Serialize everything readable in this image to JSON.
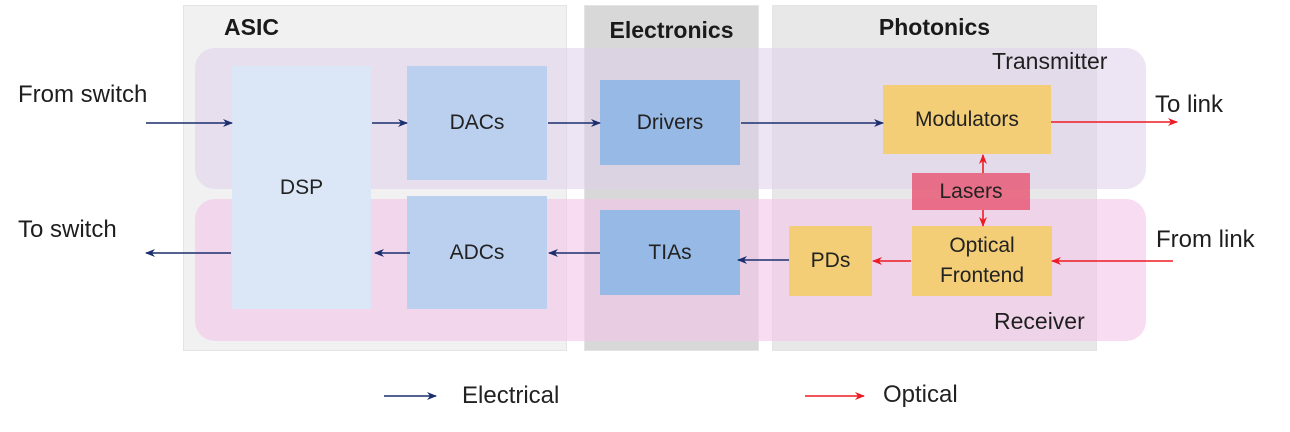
{
  "colors": {
    "electrical": "#1b2f6e",
    "optical": "#ee1b24"
  },
  "panels": {
    "asic": "ASIC",
    "electronics": "Electronics",
    "photonics": "Photonics"
  },
  "bands": {
    "transmitter": "Transmitter",
    "receiver": "Receiver"
  },
  "blocks": {
    "dsp": "DSP",
    "dacs": "DACs",
    "adcs": "ADCs",
    "drivers": "Drivers",
    "tias": "TIAs",
    "modulators": "Modulators",
    "lasers": "Lasers",
    "optical_frontend": "Optical Frontend",
    "pds": "PDs"
  },
  "io_labels": {
    "from_switch": "From switch",
    "to_switch": "To switch",
    "to_link": "To link",
    "from_link": "From link"
  },
  "legend": {
    "electrical": "Electrical",
    "optical": "Optical"
  }
}
